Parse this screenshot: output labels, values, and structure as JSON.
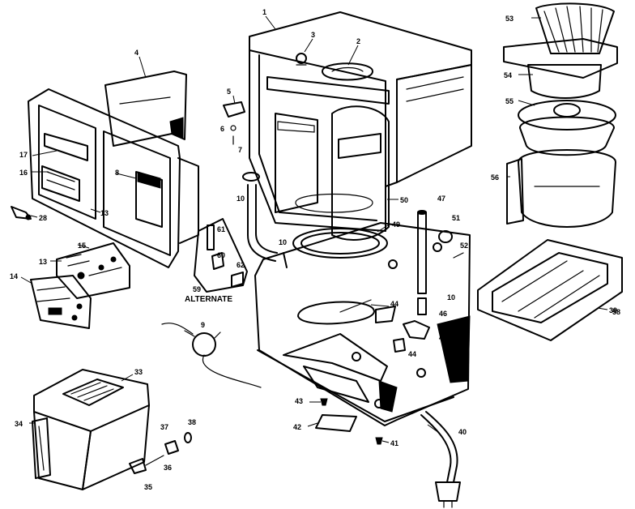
{
  "diagram": {
    "labels": [
      {
        "id": "1",
        "text": "1"
      },
      {
        "id": "2",
        "text": "2"
      },
      {
        "id": "3",
        "text": "3"
      },
      {
        "id": "4",
        "text": "4"
      },
      {
        "id": "5",
        "text": "5"
      },
      {
        "id": "6",
        "text": "6"
      },
      {
        "id": "7",
        "text": "7"
      },
      {
        "id": "8",
        "text": "8"
      },
      {
        "id": "10a",
        "text": "10"
      },
      {
        "id": "10b",
        "text": "10"
      },
      {
        "id": "10c",
        "text": "10"
      },
      {
        "id": "13a",
        "text": "13"
      },
      {
        "id": "13b",
        "text": "13"
      },
      {
        "id": "14",
        "text": "14"
      },
      {
        "id": "15",
        "text": "15"
      },
      {
        "id": "16",
        "text": "16"
      },
      {
        "id": "17",
        "text": "17"
      },
      {
        "id": "28",
        "text": "28"
      },
      {
        "id": "33",
        "text": "33"
      },
      {
        "id": "34",
        "text": "34"
      },
      {
        "id": "35",
        "text": "35"
      },
      {
        "id": "36",
        "text": "36"
      },
      {
        "id": "37",
        "text": "37"
      },
      {
        "id": "38",
        "text": "38"
      },
      {
        "id": "39",
        "text": "39"
      },
      {
        "id": "40",
        "text": "40"
      },
      {
        "id": "41",
        "text": "41"
      },
      {
        "id": "42",
        "text": "42"
      },
      {
        "id": "43",
        "text": "43"
      },
      {
        "id": "44a",
        "text": "44"
      },
      {
        "id": "44b",
        "text": "44"
      },
      {
        "id": "45",
        "text": "45"
      },
      {
        "id": "46",
        "text": "46"
      },
      {
        "id": "47",
        "text": "47"
      },
      {
        "id": "49",
        "text": "49"
      },
      {
        "id": "50",
        "text": "50"
      },
      {
        "id": "51",
        "text": "51"
      },
      {
        "id": "52",
        "text": "52"
      },
      {
        "id": "53",
        "text": "53"
      },
      {
        "id": "54",
        "text": "54"
      },
      {
        "id": "55",
        "text": "55"
      },
      {
        "id": "56",
        "text": "56"
      },
      {
        "id": "58",
        "text": "58"
      },
      {
        "id": "59",
        "text": "59"
      },
      {
        "id": "60",
        "text": "60"
      },
      {
        "id": "61",
        "text": "61"
      },
      {
        "id": "62",
        "text": "62"
      },
      {
        "id": "9",
        "text": "9"
      }
    ],
    "alternate_label": "ALTERNATE"
  }
}
